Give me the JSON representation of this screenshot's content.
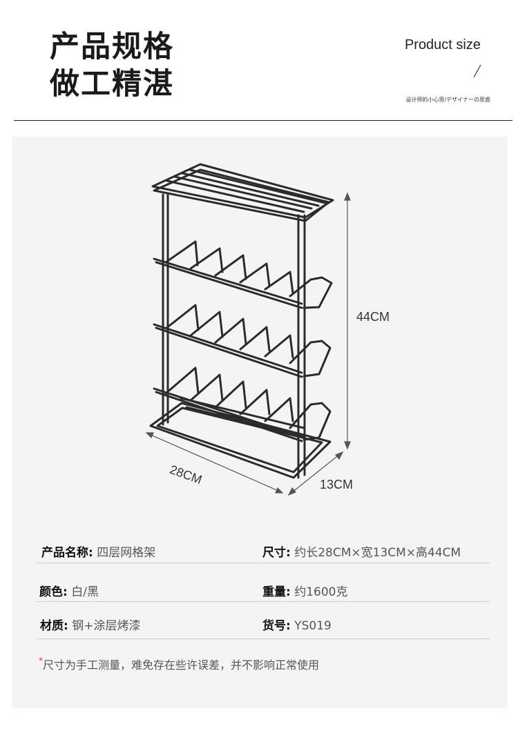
{
  "header": {
    "title_line1": "产品规格",
    "title_line2": "做工精湛",
    "en_title": "Product size",
    "sub_note": "设计师的小心思/デザイナーの思惑"
  },
  "dimensions": {
    "height": "44CM",
    "width": "28CM",
    "depth": "13CM"
  },
  "specs": {
    "name_label": "产品名称:",
    "name_value": "四层网格架",
    "size_label": "尺寸:",
    "size_value": "约长28CM×宽13CM×高44CM",
    "color_label": "颜色:",
    "color_value": "白/黑",
    "weight_label": "重量:",
    "weight_value": "约1600克",
    "material_label": "材质:",
    "material_value": "钢+涂层烤漆",
    "sku_label": "货号:",
    "sku_value": "YS019"
  },
  "note": {
    "star": "*",
    "text": "尺寸为手工测量，难免存在些许误差，并不影响正常使用"
  },
  "colors": {
    "rack": "#2b2b2b",
    "panel_bg": "#f4f4f4",
    "accent_star": "#d63b2f"
  }
}
